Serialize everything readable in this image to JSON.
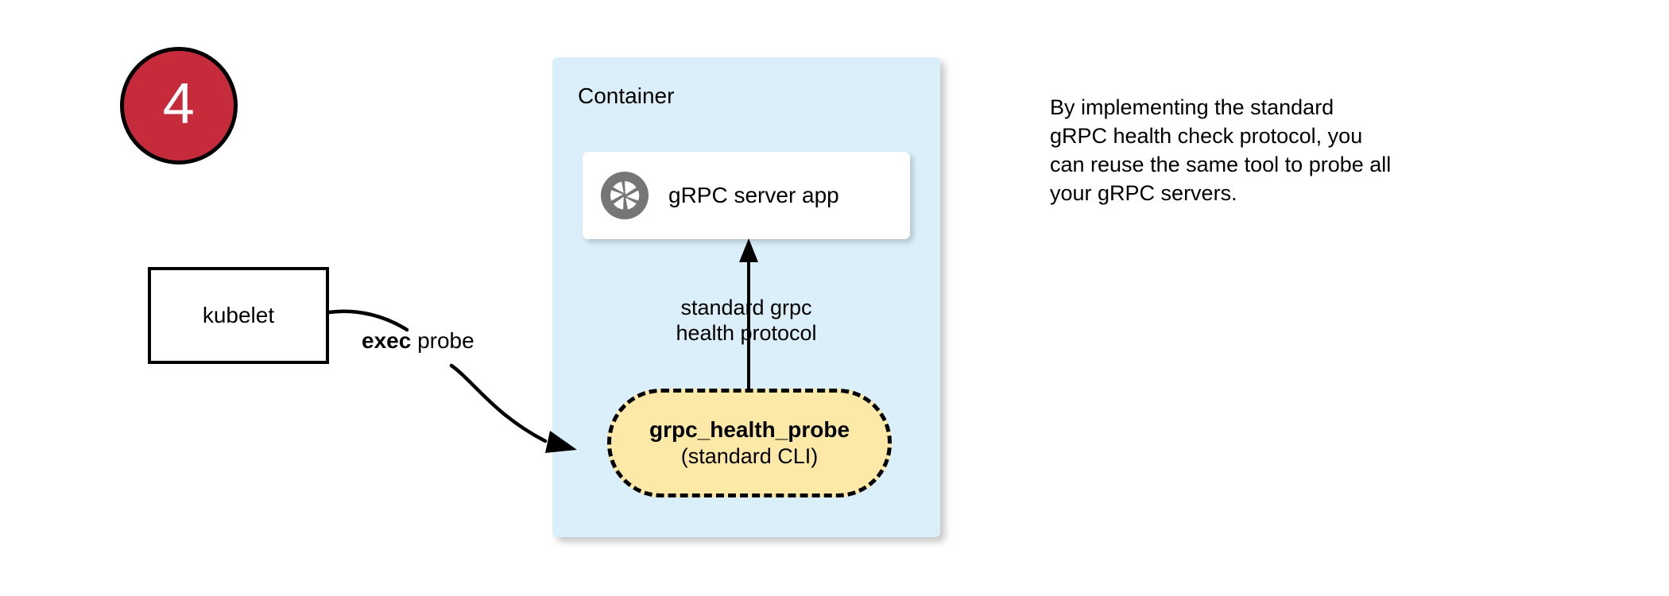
{
  "badge": {
    "number": "4",
    "fill_color": "#c62b3c",
    "text_color": "#ffffff",
    "border_color": "#000000",
    "icon": "step-number-badge"
  },
  "container": {
    "title": "Container",
    "fill_color": "#daeffa"
  },
  "server_card": {
    "label": "gRPC server app",
    "icon": "grpc-aperture-icon",
    "icon_color": "#767676",
    "fill_color": "#ffffff"
  },
  "protocol_arrow": {
    "line1": "standard grpc",
    "line2": "health protocol",
    "direction": "up",
    "icon": "arrow-up-icon"
  },
  "probe_box": {
    "title": "grpc_health_probe",
    "subtitle": "(standard CLI)",
    "fill_color": "#fce9a8",
    "border_style": "dashed",
    "border_color": "#000000"
  },
  "kubelet": {
    "label": "kubelet",
    "fill_color": "#ffffff",
    "border_color": "#000000"
  },
  "exec_edge": {
    "label_bold": "exec",
    "label_rest": " probe",
    "icon": "curved-arrow-icon"
  },
  "description": {
    "line1": "By implementing the standard",
    "line2": "gRPC health check protocol, you",
    "line3": "can reuse the same tool to probe all",
    "line4": "your gRPC servers."
  }
}
